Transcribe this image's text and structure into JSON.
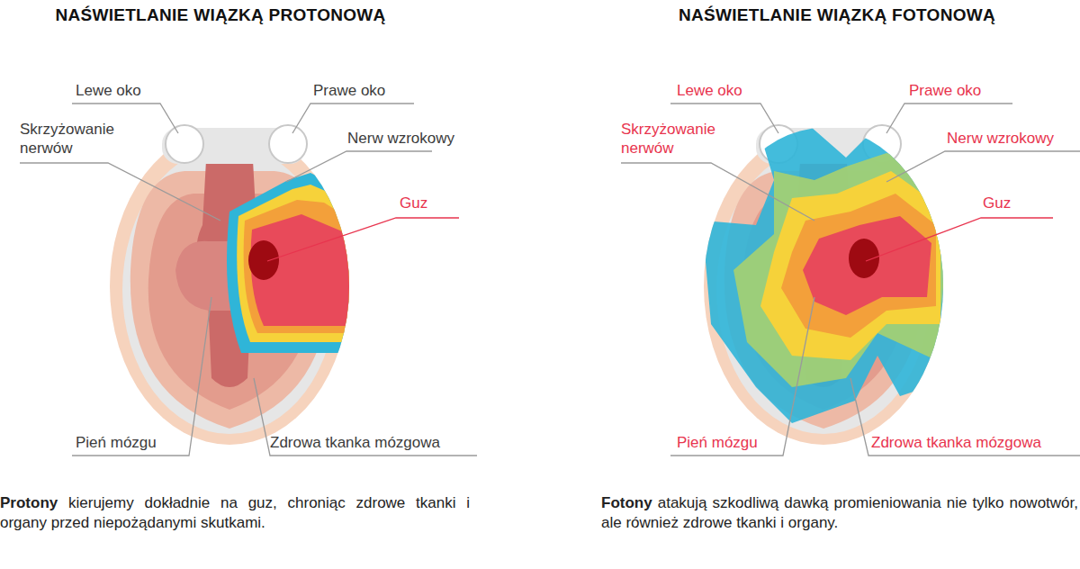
{
  "diagram": {
    "labels": [
      "NAŚWIETLANIE WIĄZKĄ PROTONOWĄ",
      "NAŚWIETLANIE WIĄZKĄ FOTONOWĄ",
      "Lewe oko",
      "Prawe oko",
      "Skrzyżowanie nerwów",
      "Nerw wzrokowy",
      "Guz",
      "Pień mózgu",
      "Zdrowa tkanka mózgowa",
      "Lewe oko",
      "Prawe oko",
      "Skrzyżowanie nerwów",
      "Nerw wzrokowy",
      "Guz",
      "Pień mózgu",
      "Zdrowa tkanka mózgowa",
      "Protony",
      "kierujemy dokładnie na guz, chroniąc zdrowe tkanki i organy przed niepożądanymi skutkami.",
      "Fotony",
      "atakują szkodliwą dawką promieniowania nie tylko nowotwór, ale również zdrowe tkanki i organy."
    ]
  }
}
